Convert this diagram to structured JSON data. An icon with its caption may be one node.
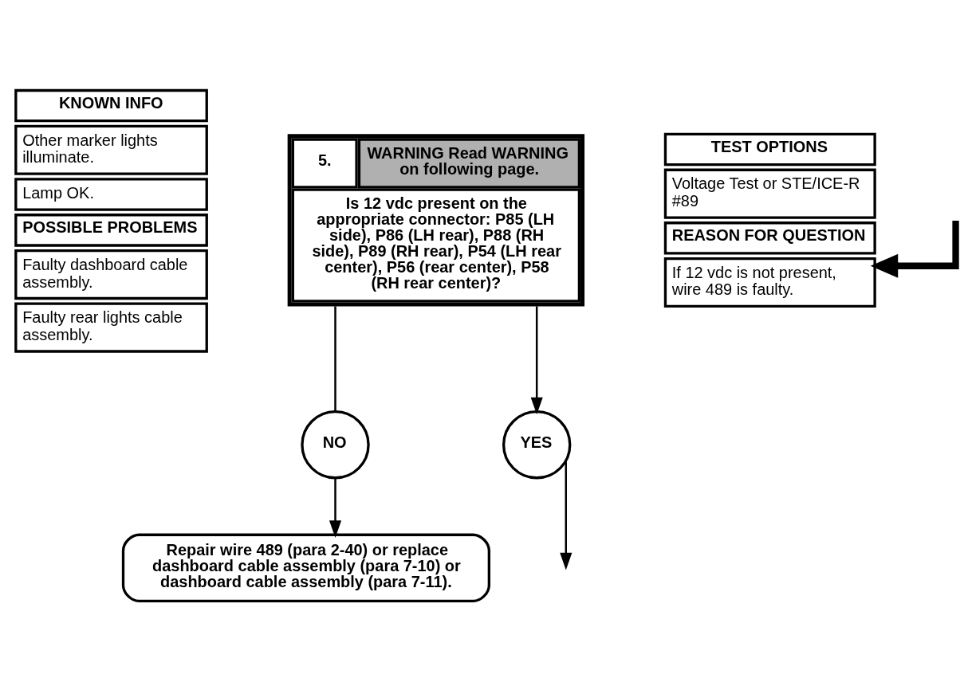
{
  "diagram": {
    "nodes": [
      {
        "text": [
          "KNOWN INFO",
          "Other marker lights illuminate.",
          "Lamp OK.",
          "POSSIBLE PROBLEMS",
          "Faulty dashboard cable assembly.",
          "Faulty rear lights cable assembly."
        ]
      },
      {
        "text": [
          "5.",
          "WARNING Read WARNING on following page.",
          "Is 12 vdc present on the appropriate connector: P85 (LH side), P86 (LH rear), P88 (RH side), P89 (RH rear), P54 (LH rear center), P56 (rear center), P58 (RH rear center)?"
        ]
      },
      {
        "text": [
          "TEST OPTIONS",
          "Voltage Test or STE/ICE-R #89",
          "REASON FOR QUESTION",
          "If 12 vdc is not present, wire 489 is faulty."
        ]
      },
      {
        "text": [
          "NO"
        ]
      },
      {
        "text": [
          "Repair wire 489 (para 2-40) or replace dashboard cable assembly (para 7-10) or dashboard cable assembly (para 7-11)."
        ]
      },
      {
        "text": [
          "YES"
        ]
      }
    ],
    "edges": [
      {
        "from": null,
        "to": 2,
        "arrow": "to",
        "style": "thick"
      },
      {
        "from": 1,
        "to": 3,
        "arrow": "none"
      },
      {
        "from": 3,
        "to": 4,
        "arrow": "to"
      },
      {
        "from": 1,
        "to": 5,
        "arrow": "to"
      },
      {
        "from": 5,
        "to": null,
        "arrow": "to"
      }
    ]
  }
}
